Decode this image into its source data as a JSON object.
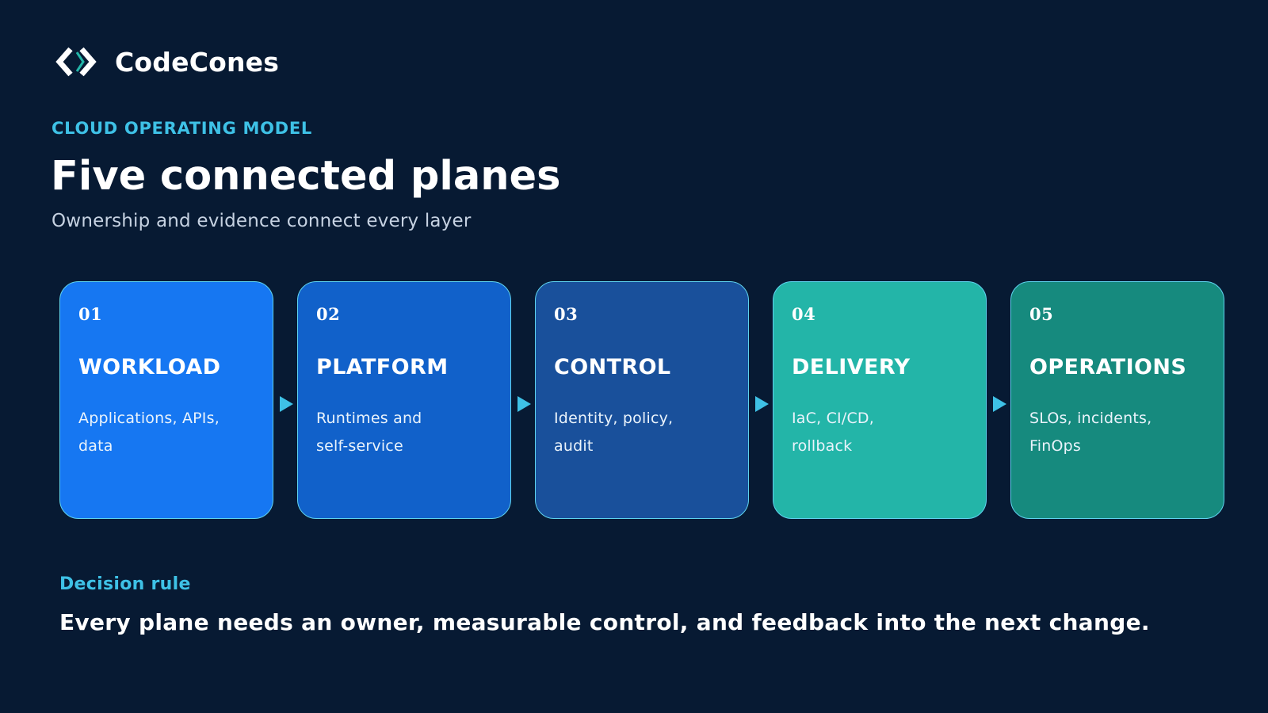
{
  "brand": {
    "name": "CodeCones",
    "icon": "code-brackets-icon"
  },
  "header": {
    "eyebrow": "CLOUD OPERATING MODEL",
    "title": "Five connected planes",
    "subtitle": "Ownership and evidence connect every layer"
  },
  "planes": [
    {
      "number": "01",
      "title": "WORKLOAD",
      "desc_line1": "Applications, APIs,",
      "desc_line2": "data",
      "color": "#1677f2"
    },
    {
      "number": "02",
      "title": "PLATFORM",
      "desc_line1": "Runtimes and",
      "desc_line2": "self-service",
      "color": "#1161ca"
    },
    {
      "number": "03",
      "title": "CONTROL",
      "desc_line1": "Identity, policy,",
      "desc_line2": "audit",
      "color": "#19509b"
    },
    {
      "number": "04",
      "title": "DELIVERY",
      "desc_line1": "IaC, CI/CD,",
      "desc_line2": "rollback",
      "color": "#23b5a8"
    },
    {
      "number": "05",
      "title": "OPERATIONS",
      "desc_line1": "SLOs, incidents,",
      "desc_line2": "FinOps",
      "color": "#168a7e"
    }
  ],
  "colors": {
    "background": "#071a33",
    "accent": "#3ec1e6",
    "card_border": "#5fd3ef"
  },
  "decision": {
    "label": "Decision rule",
    "text": "Every plane needs an owner, measurable control, and feedback into the next change."
  }
}
